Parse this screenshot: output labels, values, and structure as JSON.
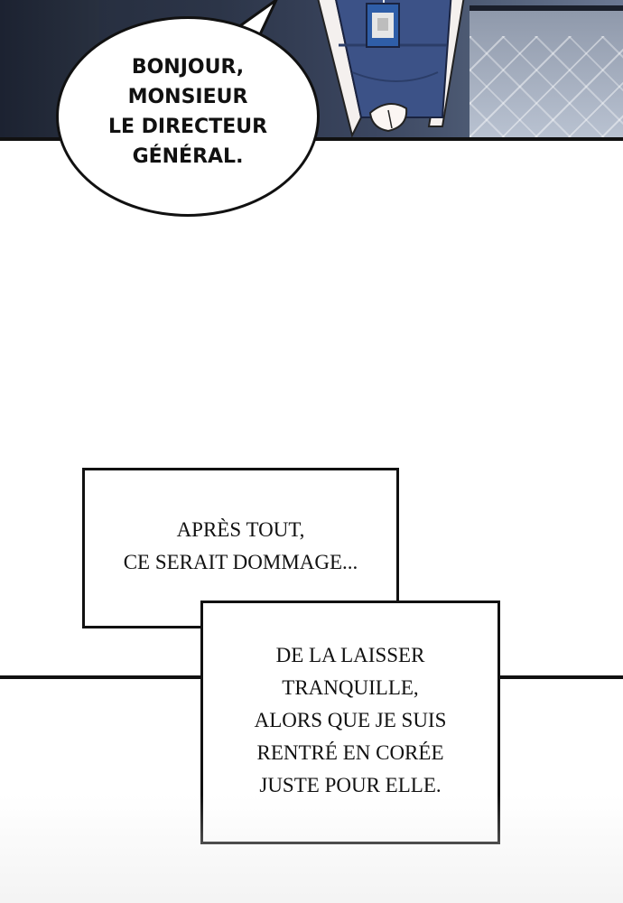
{
  "speech_bubble": {
    "lines": [
      "BONJOUR,",
      "MONSIEUR",
      "LE DIRECTEUR",
      "GÉNÉRAL."
    ]
  },
  "narration_1": {
    "lines": [
      "APRÈS TOUT,",
      "CE SERAIT DOMMAGE..."
    ]
  },
  "narration_2": {
    "lines": [
      "DE LA LAISSER",
      "TRANQUILLE,",
      "ALORS QUE JE SUIS",
      "RENTRÉ EN CORÉE",
      "JUSTE POUR ELLE."
    ]
  },
  "colors": {
    "panel_dark": "#232a3a",
    "uniform_blue": "#3c5287",
    "ink": "#111111"
  }
}
